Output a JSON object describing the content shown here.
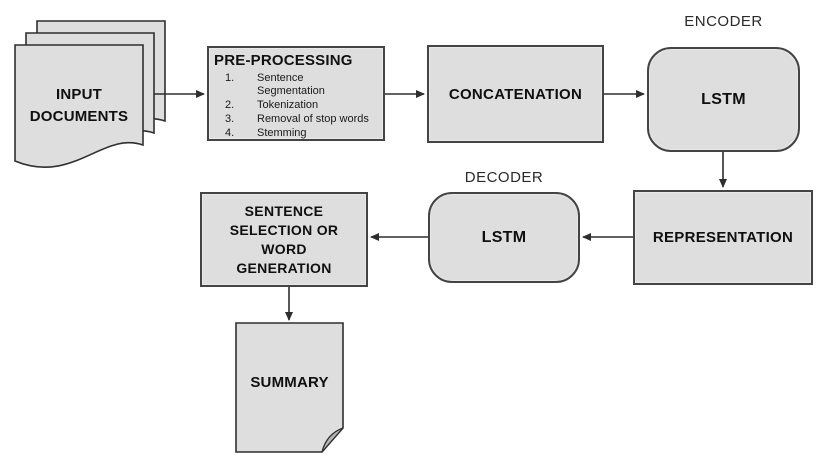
{
  "diagram_type": "flowchart",
  "colors": {
    "background": "#ffffff",
    "node_fill": "#dedede",
    "node_border": "#444444",
    "connector": "#2e2e2e",
    "text": "#0f0f0f",
    "fold_fill": "#b5b5b5"
  },
  "nodes": {
    "input_documents": {
      "label": "INPUT DOCUMENTS",
      "shape": "document-stack"
    },
    "pre_processing": {
      "title": "PRE-PROCESSING",
      "steps": [
        {
          "num": "1.",
          "text": "Sentence Segmentation"
        },
        {
          "num": "2.",
          "text": "Tokenization"
        },
        {
          "num": "3.",
          "text": "Removal of stop words"
        },
        {
          "num": "4.",
          "text": "Stemming"
        }
      ]
    },
    "concatenation": {
      "label": "CONCATENATION"
    },
    "encoder": {
      "group_label": "ENCODER",
      "label": "LSTM",
      "shape": "rounded-rectangle"
    },
    "representation": {
      "label": "REPRESENTATION"
    },
    "decoder": {
      "group_label": "DECODER",
      "label": "LSTM",
      "shape": "rounded-rectangle"
    },
    "sentence_selection": {
      "label": "SENTENCE SELECTION OR WORD GENERATION"
    },
    "summary": {
      "label": "SUMMARY",
      "shape": "document"
    }
  },
  "edges": [
    {
      "from": "input_documents",
      "to": "pre_processing"
    },
    {
      "from": "pre_processing",
      "to": "concatenation"
    },
    {
      "from": "concatenation",
      "to": "encoder_lstm"
    },
    {
      "from": "encoder_lstm",
      "to": "representation"
    },
    {
      "from": "representation",
      "to": "decoder_lstm"
    },
    {
      "from": "decoder_lstm",
      "to": "sentence_selection"
    },
    {
      "from": "sentence_selection",
      "to": "summary"
    }
  ]
}
